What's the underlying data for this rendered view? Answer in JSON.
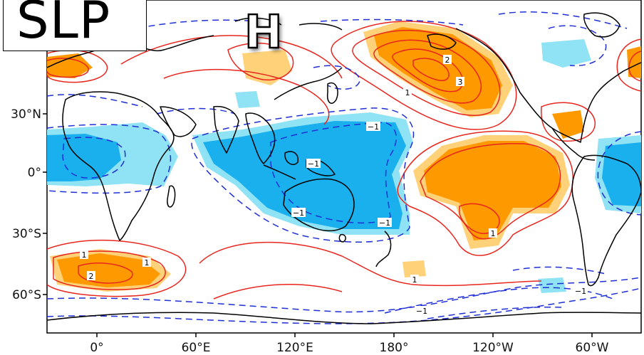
{
  "title_box": {
    "text": "SLP"
  },
  "marker": {
    "text": "H"
  },
  "top_title": {
    "text": ""
  },
  "axes": {
    "x_labels": [
      "0°",
      "60°E",
      "120°E",
      "180°",
      "120°W",
      "60°W"
    ],
    "y_labels": [
      "30°N",
      "0°",
      "30°S",
      "60°S"
    ]
  },
  "contour_labels": [
    {
      "text": "2",
      "kind": "positive"
    },
    {
      "text": "3",
      "kind": "positive"
    },
    {
      "text": "1",
      "kind": "positive"
    },
    {
      "text": "−1",
      "kind": "negative"
    },
    {
      "text": "−1",
      "kind": "negative"
    },
    {
      "text": "−1",
      "kind": "negative"
    },
    {
      "text": "−1",
      "kind": "negative"
    },
    {
      "text": "1",
      "kind": "positive"
    },
    {
      "text": "1",
      "kind": "positive"
    },
    {
      "text": "1",
      "kind": "positive"
    },
    {
      "text": "2",
      "kind": "positive"
    },
    {
      "text": "−1",
      "kind": "negative"
    },
    {
      "text": "1",
      "kind": "positive"
    },
    {
      "text": "−1",
      "kind": "negative"
    }
  ],
  "colors": {
    "positive_shade_light": "#ffd27a",
    "positive_shade_strong": "#ff9900",
    "negative_shade_light": "#8fe3f5",
    "negative_shade_strong": "#1ab0ee",
    "positive_contour": "#e8261e",
    "negative_contour": "#1f2fd6",
    "land_outline": "#000000"
  }
}
